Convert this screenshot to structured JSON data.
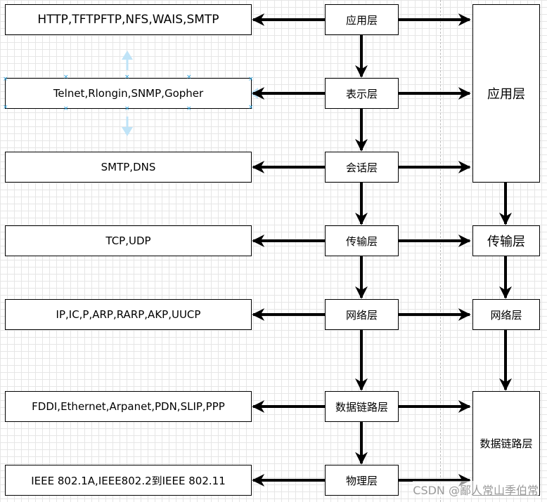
{
  "protocols": [
    {
      "text": "HTTP,TFTPFTP,NFS,WAIS,SMTP"
    },
    {
      "text": "Telnet,Rlongin,SNMP,Gopher"
    },
    {
      "text": "SMTP,DNS"
    },
    {
      "text": "TCP,UDP"
    },
    {
      "text": "IP,IC,P,ARP,RARP,AKP,UUCP"
    },
    {
      "text": "FDDI,Ethernet,Arpanet,PDN,SLIP,PPP"
    },
    {
      "text": "IEEE 802.1A,IEEE802.2到IEEE 802.11"
    }
  ],
  "osi_layers": [
    {
      "text": "应用层"
    },
    {
      "text": "表示层"
    },
    {
      "text": "会话层"
    },
    {
      "text": "传输层"
    },
    {
      "text": "网络层"
    },
    {
      "text": "数据链路层"
    },
    {
      "text": "物理层"
    }
  ],
  "tcpip_layers": [
    {
      "text": "应用层"
    },
    {
      "text": "传输层"
    },
    {
      "text": "网络层"
    },
    {
      "text": "数据链路层"
    }
  ],
  "watermark": "CSDN @鄙人常山季伯常"
}
